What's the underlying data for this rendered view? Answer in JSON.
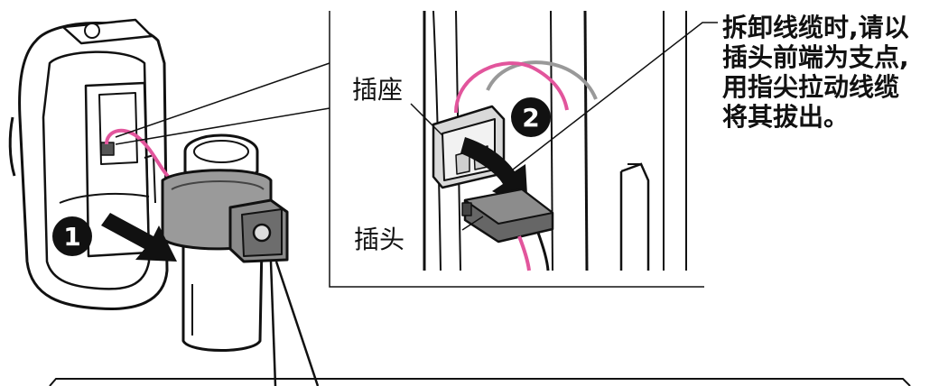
{
  "labels": {
    "socket": "插座",
    "plug": "插头"
  },
  "instruction": {
    "lines": [
      "拆卸线缆时,请以",
      "插头前端为支点,",
      "用指尖拉动线缆",
      "将其拔出。"
    ]
  },
  "steps": {
    "step1": "1",
    "step2": "2"
  },
  "colors": {
    "line": "#111111",
    "cable_pink": "#e2559c",
    "cable_gray": "#999999",
    "device_gray": "#9a9a9a",
    "device_dark": "#555555"
  }
}
